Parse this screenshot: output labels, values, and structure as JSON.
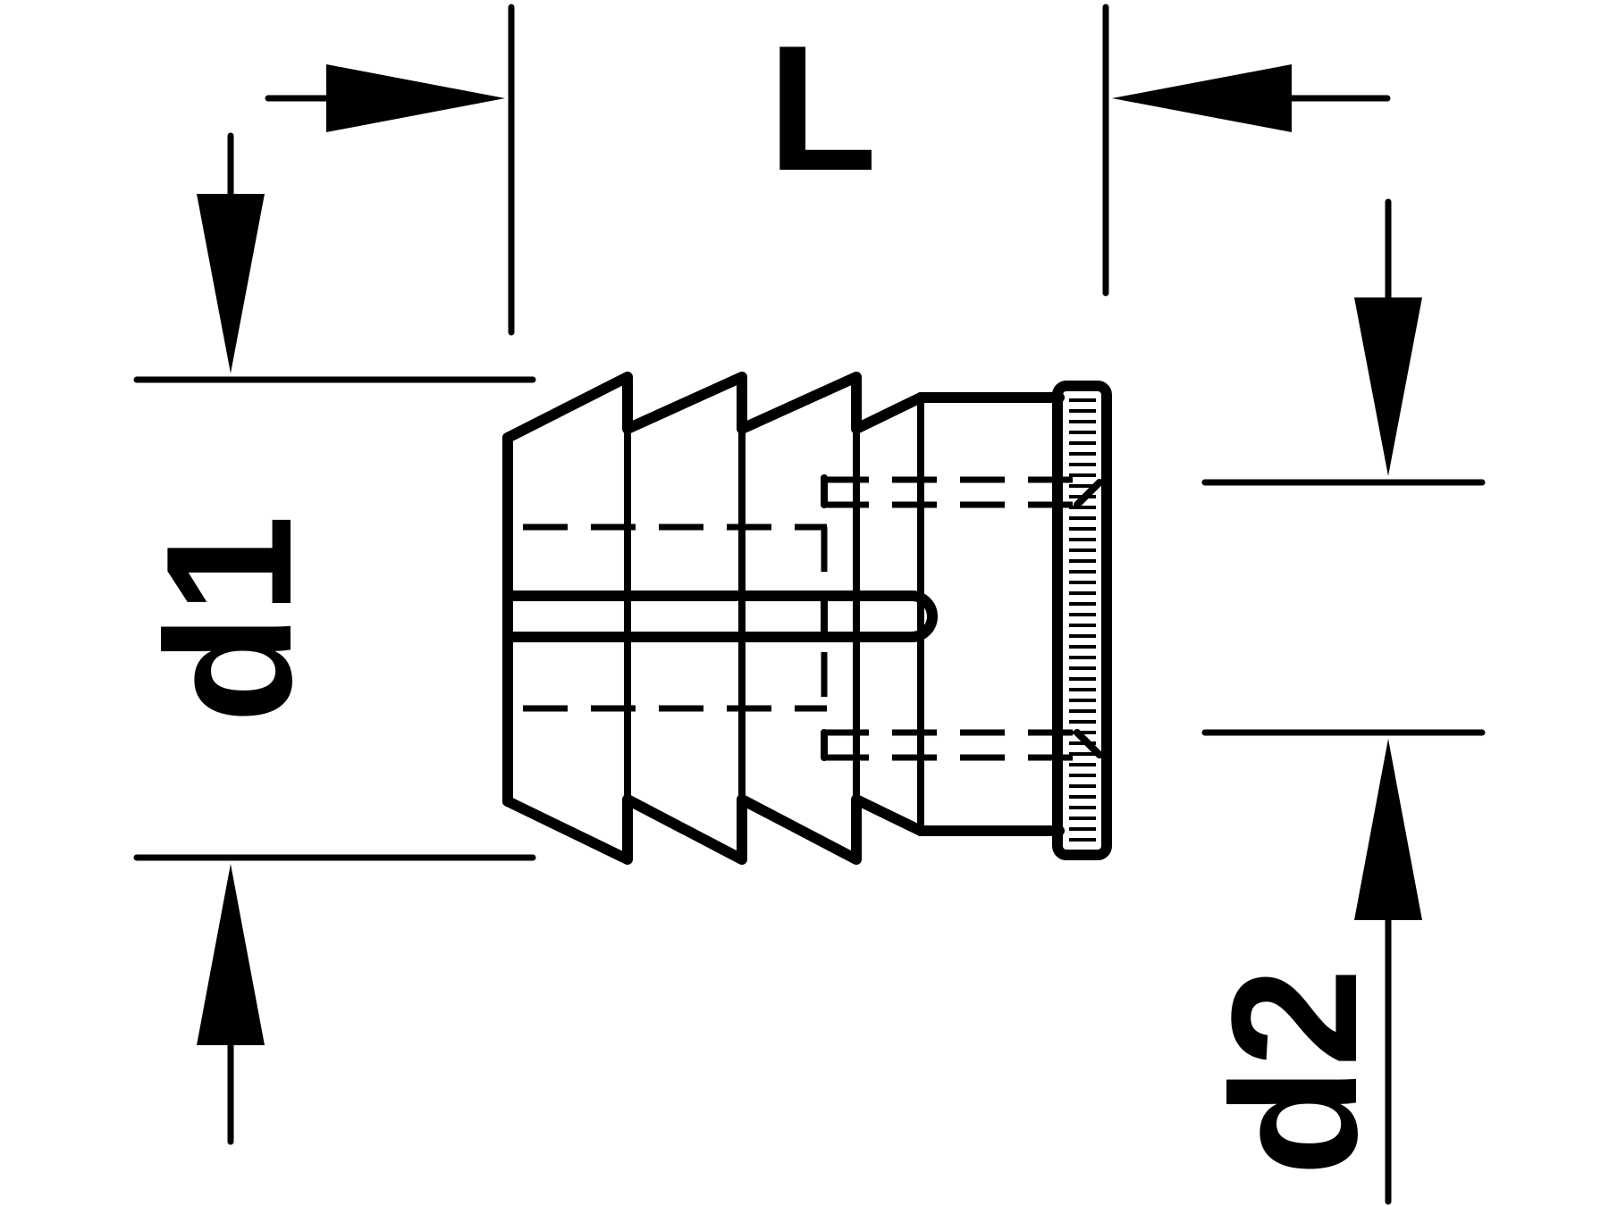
{
  "labels": {
    "length": "L",
    "diameter_1": "d1",
    "diameter_2": "d2"
  },
  "colors": {
    "stroke": "#000000",
    "background": "#ffffff"
  }
}
